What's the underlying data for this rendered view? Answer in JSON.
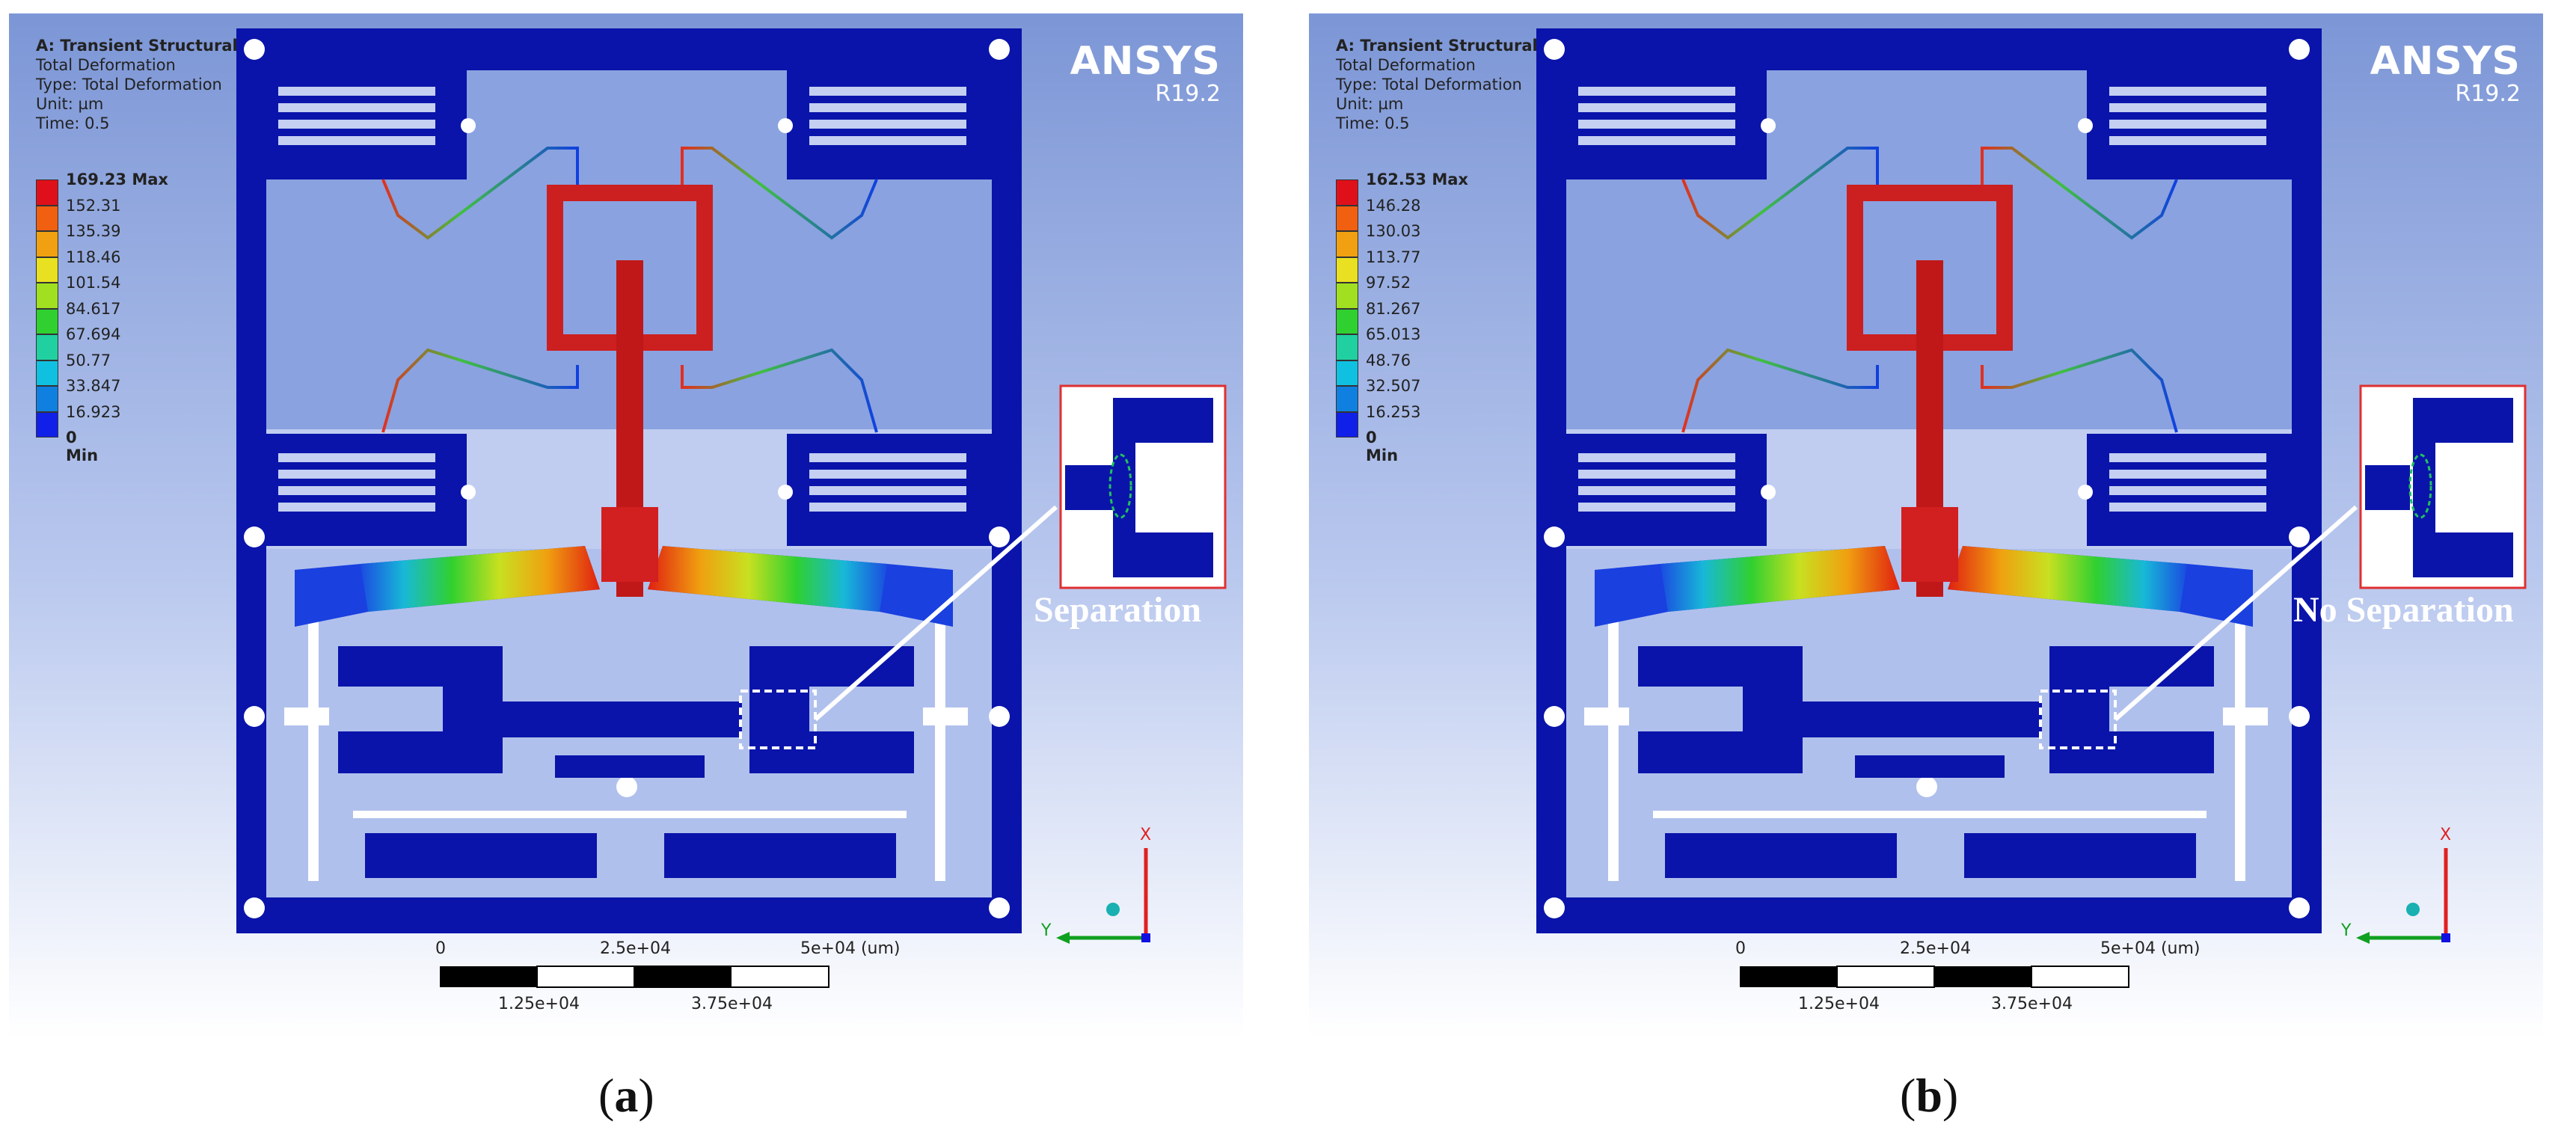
{
  "panels": [
    {
      "id": "a",
      "caption_letter": "a",
      "info": {
        "title": "A: Transient Structural",
        "line1": "Total Deformation",
        "line2": "Type: Total Deformation",
        "line3": "Unit: µm",
        "line4": "Time: 0.5"
      },
      "legend": [
        "169.23 Max",
        "152.31",
        "135.39",
        "118.46",
        "101.54",
        "84.617",
        "67.694",
        "50.77",
        "33.847",
        "16.923",
        "0 Min"
      ],
      "annotation": "Separation",
      "brand": {
        "name": "ANSYS",
        "version": "R19.2"
      },
      "scale": {
        "t0": "0",
        "t2": "2.5e+04",
        "t4": "5e+04 (um)",
        "t1": "1.25e+04",
        "t3": "3.75e+04"
      },
      "triad": {
        "x": "X",
        "y": "Y"
      }
    },
    {
      "id": "b",
      "caption_letter": "b",
      "info": {
        "title": "A: Transient Structural",
        "line1": "Total Deformation",
        "line2": "Type: Total Deformation",
        "line3": "Unit: µm",
        "line4": "Time: 0.5"
      },
      "legend": [
        "162.53 Max",
        "146.28",
        "130.03",
        "113.77",
        "97.52",
        "81.267",
        "65.013",
        "48.76",
        "32.507",
        "16.253",
        "0 Min"
      ],
      "annotation": "No Separation",
      "brand": {
        "name": "ANSYS",
        "version": "R19.2"
      },
      "scale": {
        "t0": "0",
        "t2": "2.5e+04",
        "t4": "5e+04 (um)",
        "t1": "1.25e+04",
        "t3": "3.75e+04"
      },
      "triad": {
        "x": "X",
        "y": "Y"
      }
    }
  ],
  "legend_colors": [
    "#e0101a",
    "#f06010",
    "#f0a010",
    "#e8e020",
    "#a0e020",
    "#30d030",
    "#20d0a0",
    "#10c0e0",
    "#1080e0",
    "#1020e8",
    "#ffffff"
  ],
  "colors": {
    "structure": "#0a14aa",
    "background_top": "#7f98d8",
    "background_bottom": "#ffffff",
    "mass": "#cc1f1f",
    "highlight_box": "#e03030",
    "contact_circle": "#22c060"
  }
}
